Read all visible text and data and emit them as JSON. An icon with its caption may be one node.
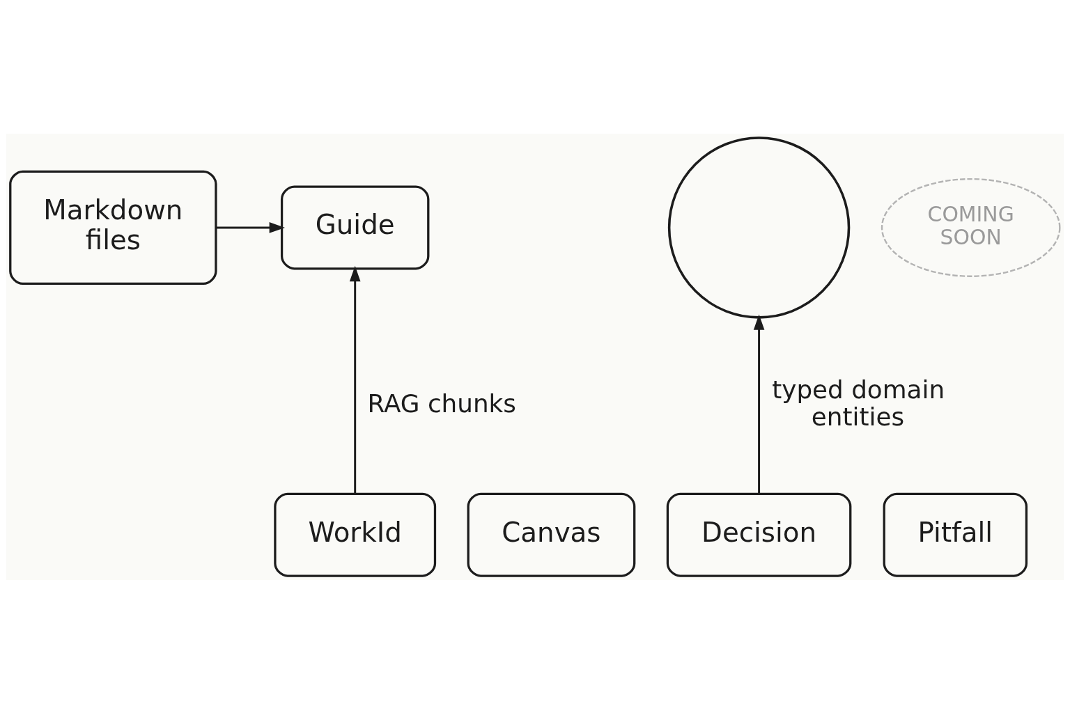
{
  "diagram": {
    "nodes": [
      {
        "text": [
          "Markdown files"
        ]
      },
      {
        "text": [],
        "shape": "circle"
      },
      {
        "text": [
          "COMING SOON"
        ]
      },
      {
        "text": [
          "Guide"
        ]
      },
      {
        "text": [
          "WorkId"
        ]
      },
      {
        "text": [
          "Canvas"
        ]
      },
      {
        "text": [
          "Decision"
        ]
      },
      {
        "text": [
          "Pitfall"
        ]
      }
    ],
    "edges": [
      {
        "from": 0,
        "to": 3,
        "arrow": "to"
      },
      {
        "from": 4,
        "to": 3,
        "arrow": "to",
        "label": "RAG chunks"
      },
      {
        "from": 6,
        "to": 1,
        "arrow": "to",
        "label": "typed domain entities"
      }
    ]
  }
}
